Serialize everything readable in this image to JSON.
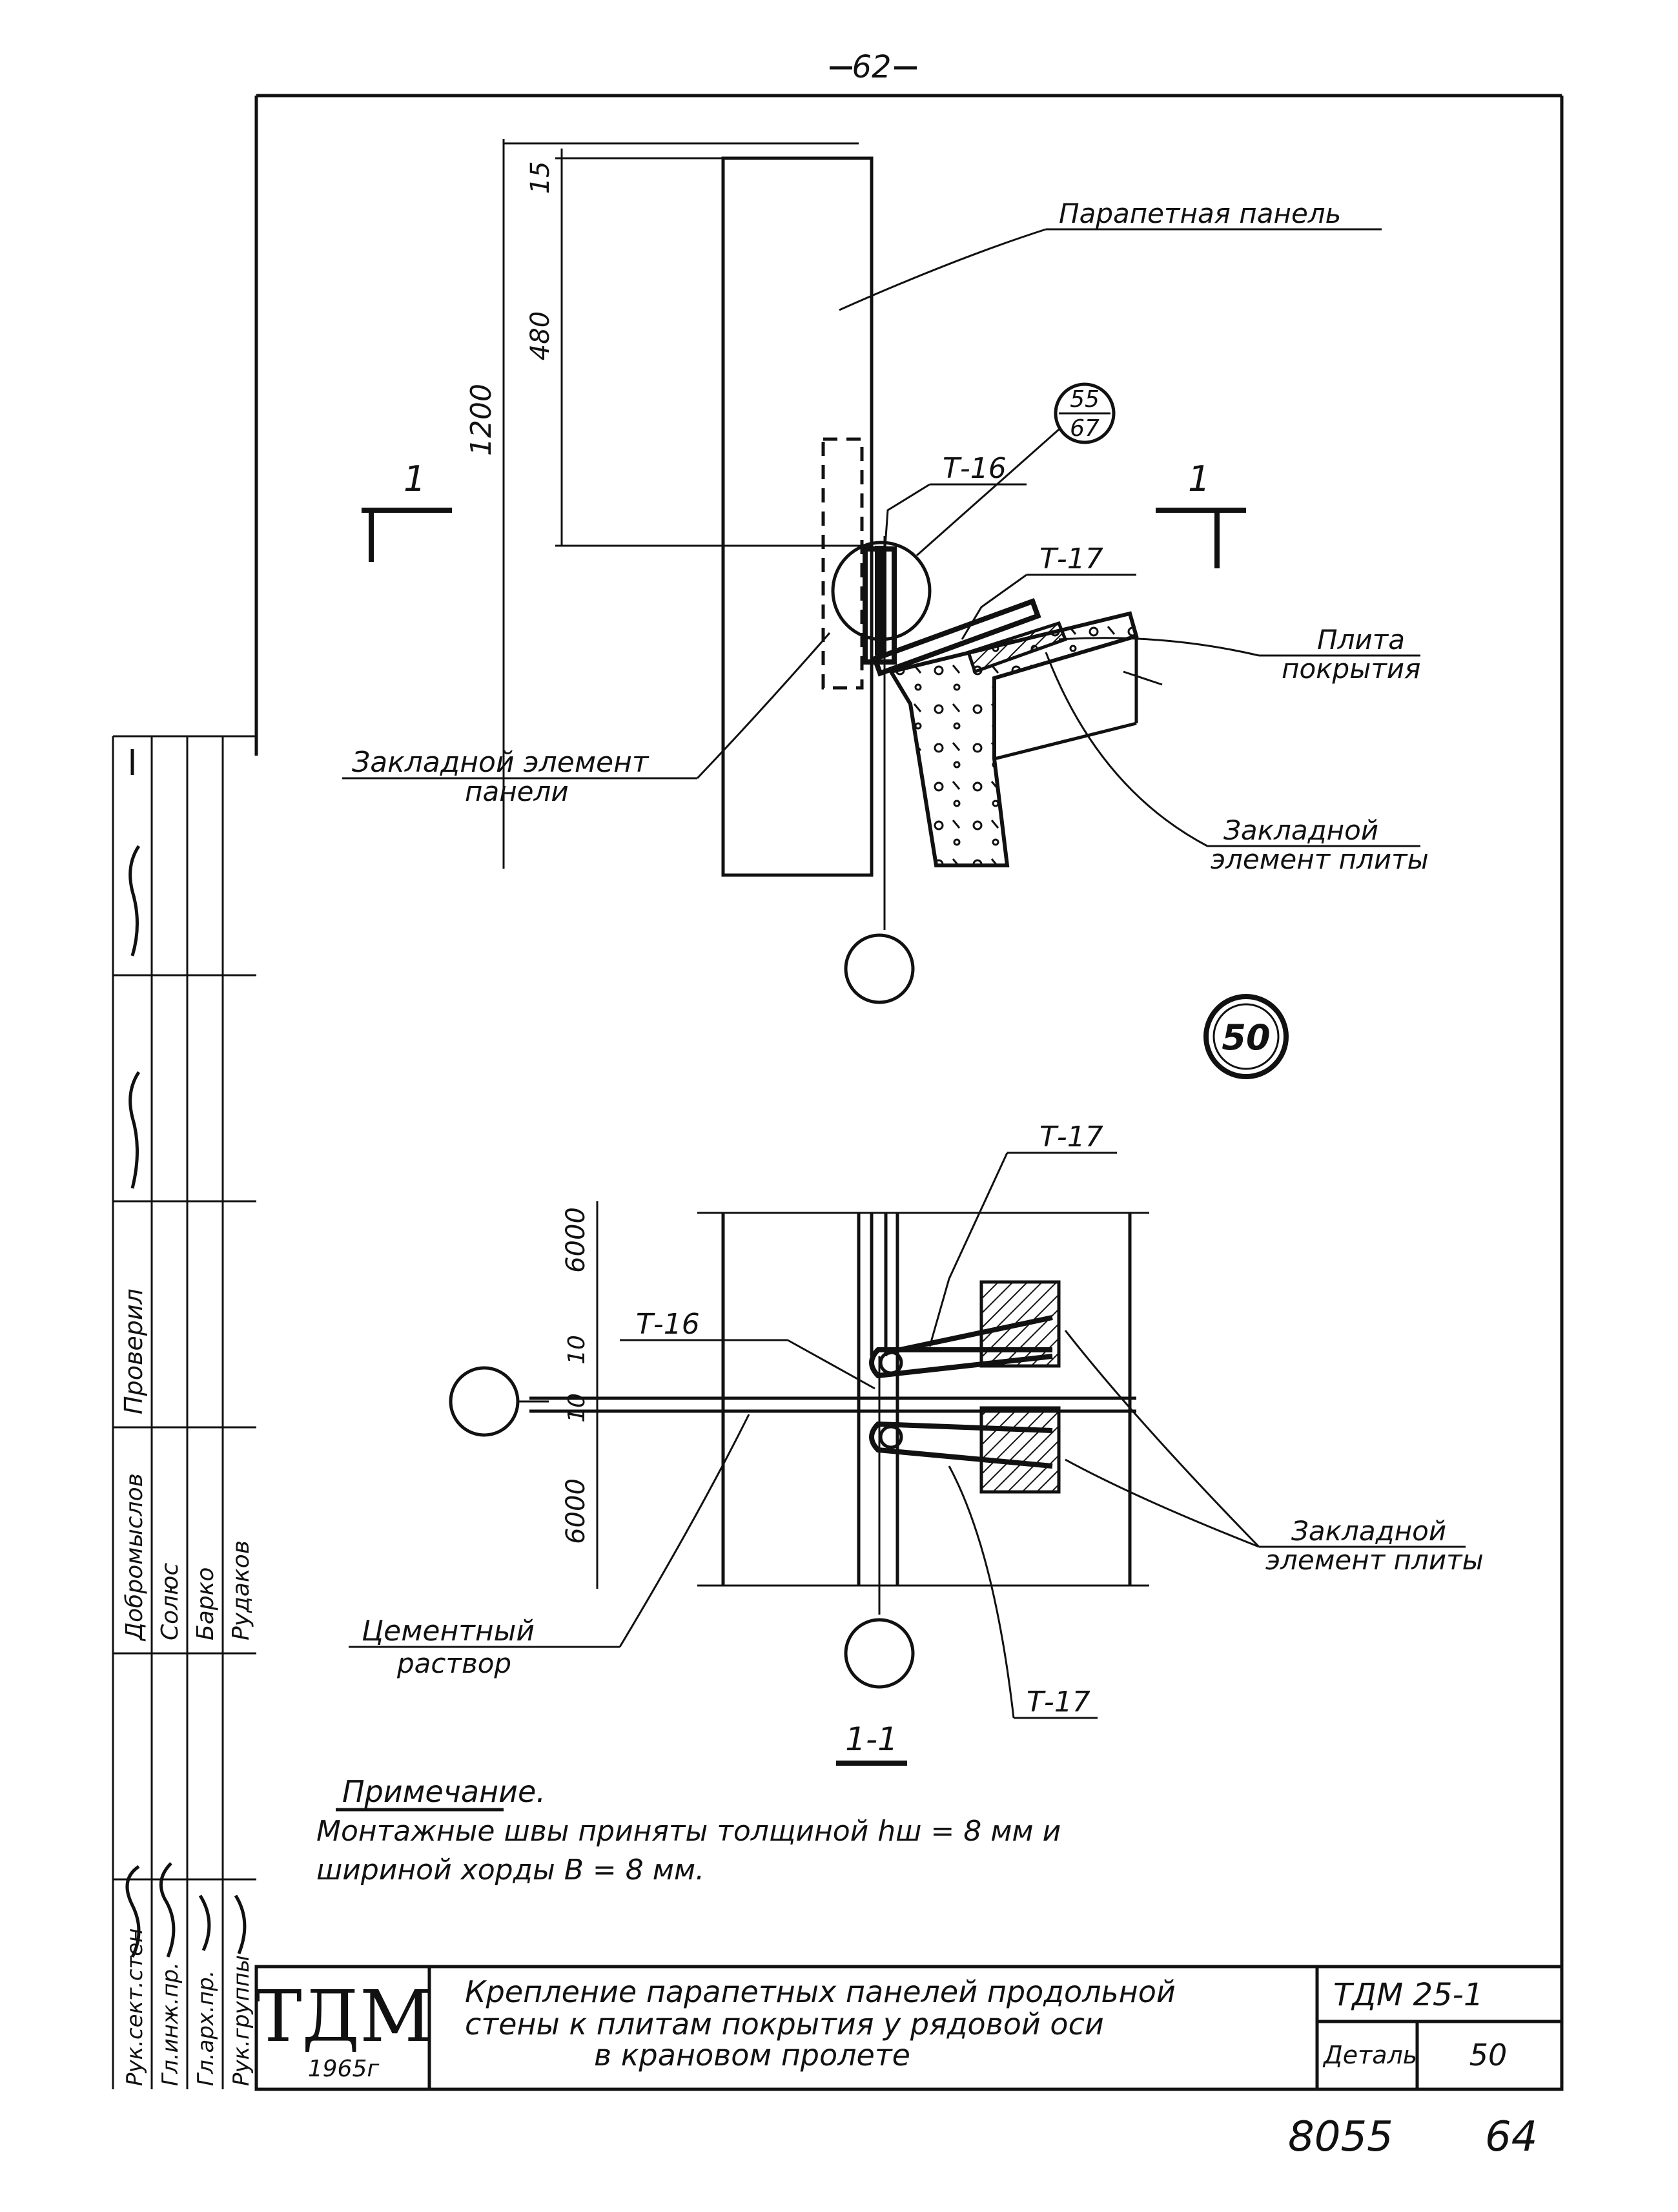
{
  "page_number": "62",
  "section_marks": {
    "left": "1",
    "right": "1",
    "section_title": "1-1"
  },
  "top_view": {
    "dims": {
      "d15": "15",
      "d480": "480",
      "d1200": "1200"
    },
    "labels": {
      "parapet_panel": "Парапетная панель",
      "callout_top": "55",
      "callout_bottom": "67",
      "t16": "Т-16",
      "t17": "Т-17",
      "plate_line1": "Плита",
      "plate_line2": "покрытия",
      "embed_panel_line1": "Закладной элемент",
      "embed_panel_line2": "панели",
      "embed_plate_line1": "Закладной",
      "embed_plate_line2": "элемент плиты"
    }
  },
  "detail_number": "50",
  "bottom_view": {
    "dims": {
      "d6000_top": "6000",
      "d10_a": "10",
      "d10_b": "10",
      "d6000_bottom": "6000"
    },
    "labels": {
      "t17_top": "Т-17",
      "t16": "Т-16",
      "t17_bottom": "Т-17",
      "cement_line1": "Цементный",
      "cement_line2": "раствор",
      "embed_plate_line1": "Закладной",
      "embed_plate_line2": "элемент плиты"
    }
  },
  "note": {
    "heading": "Примечание.",
    "line1": "Монтажные швы приняты толщиной hш = 8 мм и",
    "line2": "шириной хорды В = 8 мм."
  },
  "title_block": {
    "logo": "ТДМ",
    "year": "1965г",
    "title_line1": "Крепление парапетных панелей продольной",
    "title_line2": "стены к плитам покрытия у рядовой оси",
    "title_line3": "в крановом пролете",
    "doc_code": "ТДМ 25-1",
    "detail_label": "Деталь",
    "detail_value": "50"
  },
  "side_stamp": {
    "roles": [
      "Рук.сект.стен",
      "Гл.инж.пр.",
      "Гл.арх.пр.",
      "Рук.группы"
    ],
    "names": [
      "Добромыслов",
      "Солюс",
      "Барко",
      "Рудаков"
    ],
    "checked": "Проверил"
  },
  "footer": {
    "left": "8055",
    "right": "64"
  }
}
